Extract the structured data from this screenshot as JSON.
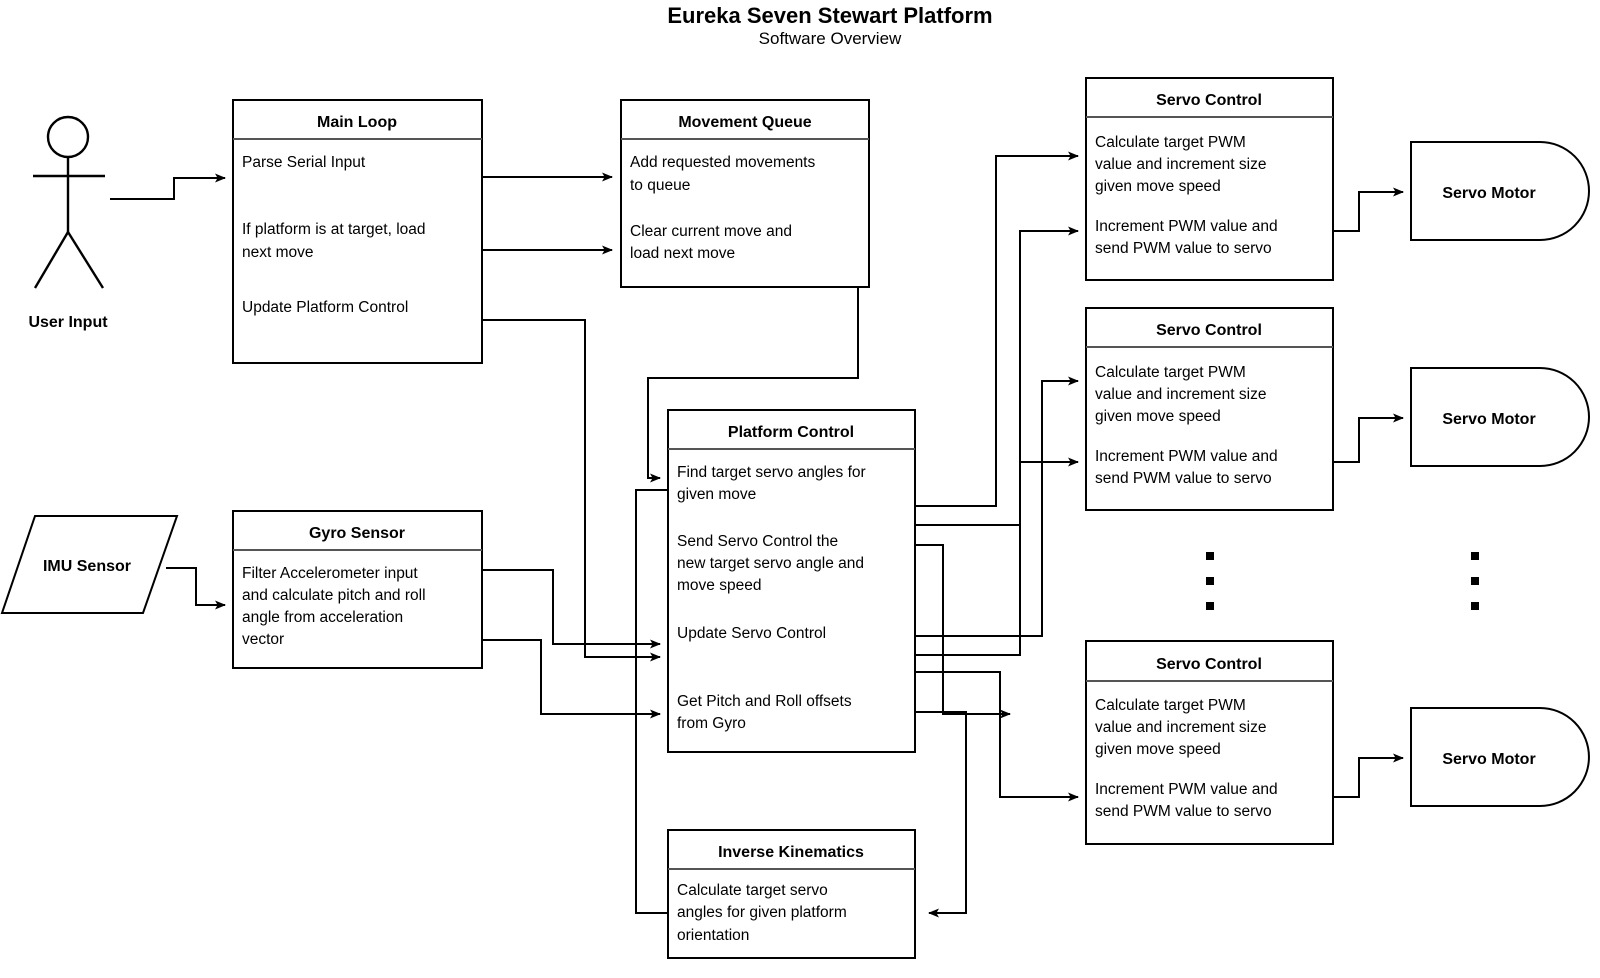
{
  "title": "Eureka Seven Stewart Platform",
  "subtitle": "Software Overview",
  "actor": {
    "label": "User Input",
    "icon": "stick-figure-icon"
  },
  "imu": {
    "label": "IMU Sensor",
    "shape": "parallelogram"
  },
  "boxes": {
    "main_loop": {
      "header": "Main Loop",
      "items": [
        "Parse Serial Input",
        "If platform is at target, load next move",
        "Update Platform Control"
      ]
    },
    "movement_queue": {
      "header": "Movement Queue",
      "items": [
        "Add requested movements to queue",
        "Clear current move and load next move"
      ]
    },
    "platform_control": {
      "header": "Platform Control",
      "items": [
        "Find target servo angles for given move",
        "Send Servo Control the new target servo angle and move speed",
        "Update Servo Control",
        "Get Pitch and Roll offsets from Gyro"
      ]
    },
    "gyro_sensor": {
      "header": "Gyro Sensor",
      "items": [
        "Filter Accelerometer input and calculate pitch and roll angle from acceleration vector"
      ]
    },
    "inverse_kinematics": {
      "header": "Inverse Kinematics",
      "items": [
        "Calculate target servo angles for given platform orientation"
      ]
    },
    "servo_control": {
      "header": "Servo Control",
      "items": [
        "Calculate target PWM value and increment size given move speed",
        "Increment PWM value and send PWM value to servo"
      ]
    }
  },
  "servo_motor": {
    "label": "Servo Motor",
    "count": 3
  },
  "ellipsis": {
    "glyph": "▪",
    "rows": 3
  },
  "colors": {
    "stroke": "#000000",
    "fill": "#ffffff",
    "separator": "#555555",
    "text": "#000000"
  }
}
